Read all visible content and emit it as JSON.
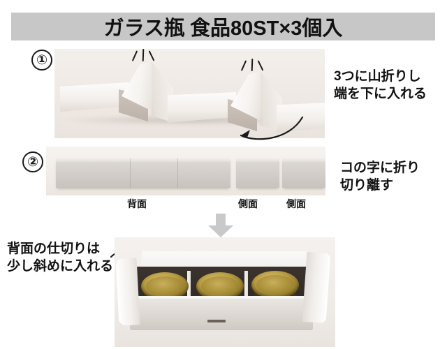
{
  "header": {
    "title": "ガラス瓶 食品80ST×3個入",
    "banner_color": "#c7c7c7"
  },
  "steps": [
    {
      "number": "①",
      "instruction": "3つに山折りし\n端を下に入れる",
      "photo_alt": "白い仕切り台紙を3つに山折りした写真"
    },
    {
      "number": "②",
      "instruction": "コの字に折り\n切り離す",
      "photo_alt": "平らに並べた仕切り台紙の写真",
      "part_labels": [
        {
          "text": "背面"
        },
        {
          "text": "側面"
        },
        {
          "text": "側面"
        }
      ]
    }
  ],
  "result": {
    "note": "背面の仕切りは\n少し斜めに入れる",
    "photo_alt": "白い箱に金色のフタのガラス瓶が3本入っている写真",
    "jar_count": 3,
    "lid_color": "#a98f37",
    "jar_body_color": "#32291c",
    "box_color": "#e9e5e1"
  },
  "icons": {
    "down_arrow": "down-arrow-icon",
    "curved_arrow_step1": "curved-arrow-icon",
    "curved_arrow_result": "curved-arrow-icon",
    "fold_sparkle": "fold-mark-icon"
  },
  "colors": {
    "text": "#111111",
    "photo_background": "#f1ece8",
    "arrow_gray": "#c9c9c9"
  }
}
